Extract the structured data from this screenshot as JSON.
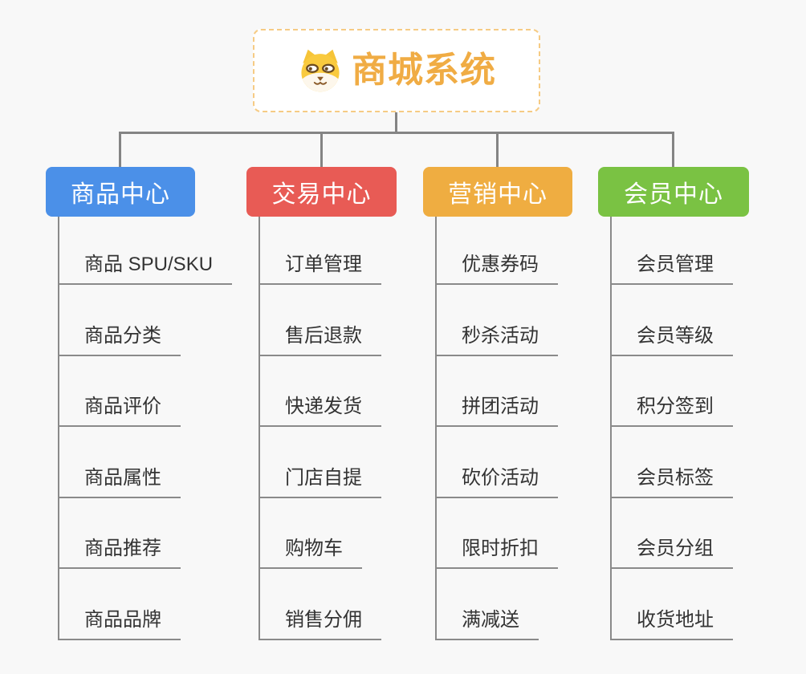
{
  "root": {
    "title": "商城系统",
    "icon": "dog-face-icon",
    "title_color": "#f0ac44",
    "border_color": "#f6cb84"
  },
  "branches": [
    {
      "label": "商品中心",
      "color": "#4b90e8",
      "children": [
        "商品 SPU/SKU",
        "商品分类",
        "商品评价",
        "商品属性",
        "商品推荐",
        "商品品牌"
      ]
    },
    {
      "label": "交易中心",
      "color": "#e85b55",
      "children": [
        "订单管理",
        "售后退款",
        "快递发货",
        "门店自提",
        "购物车",
        "销售分佣"
      ]
    },
    {
      "label": "营销中心",
      "color": "#efad41",
      "children": [
        "优惠券码",
        "秒杀活动",
        "拼团活动",
        "砍价活动",
        "限时折扣",
        "满减送"
      ]
    },
    {
      "label": "会员中心",
      "color": "#7ac243",
      "children": [
        "会员管理",
        "会员等级",
        "积分签到",
        "会员标签",
        "会员分组",
        "收货地址"
      ]
    }
  ],
  "style": {
    "connector_color": "#848484",
    "leaf_line_color": "#8a8a8a",
    "leaf_text_color": "#333333",
    "background": "#f8f8f8"
  }
}
